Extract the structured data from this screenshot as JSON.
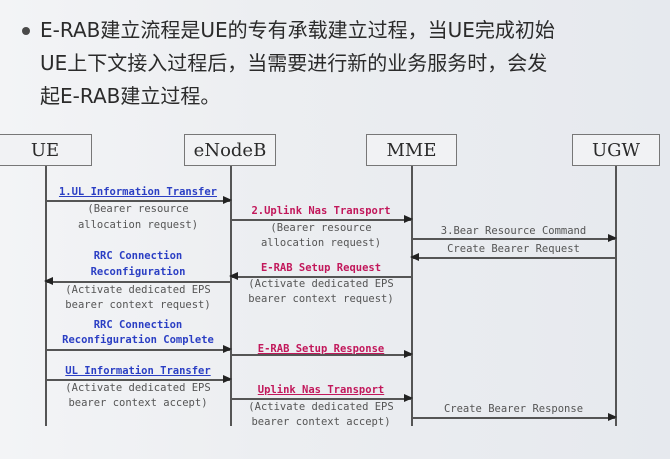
{
  "bullet": {
    "lines": [
      "E-RAB建立流程是UE的专有承载建立过程，当UE完成初始",
      "UE上下文接入过程后，当需要进行新的业务服务时，会发",
      "起E-RAB建立过程。"
    ]
  },
  "entities": [
    "UE",
    "eNodeB",
    "MME",
    "UGW"
  ],
  "messages": [
    {
      "from": "UE",
      "to": "eNodeB",
      "label": "1.UL Information Transfer",
      "note1": "(Bearer resource",
      "note2": "allocation request)"
    },
    {
      "from": "eNodeB",
      "to": "MME",
      "label": "2.Uplink Nas Transport",
      "note1": "(Bearer resource",
      "note2": "allocation request)"
    },
    {
      "from": "MME",
      "to": "UGW",
      "label": "3.Bear Resource Command"
    },
    {
      "from": "UGW",
      "to": "MME",
      "label": "Create Bearer Request"
    },
    {
      "from": "MME",
      "to": "eNodeB",
      "label": "E-RAB Setup Request",
      "note1": "(Activate dedicated EPS",
      "note2": "bearer context request)"
    },
    {
      "from": "eNodeB",
      "to": "UE",
      "label1": "RRC Connection",
      "label2": "Reconfiguration",
      "note1": "(Activate dedicated EPS",
      "note2": "bearer context request)"
    },
    {
      "from": "UE",
      "to": "eNodeB",
      "label1": "RRC Connection",
      "label2": "Reconfiguration Complete"
    },
    {
      "from": "eNodeB",
      "to": "MME",
      "label": "E-RAB Setup Response"
    },
    {
      "from": "UE",
      "to": "eNodeB",
      "label": "UL Information Transfer",
      "note1": "(Activate dedicated EPS",
      "note2": "bearer context accept)"
    },
    {
      "from": "eNodeB",
      "to": "MME",
      "label": "Uplink Nas Transport",
      "note1": "(Activate dedicated EPS",
      "note2": "bearer context accept)"
    },
    {
      "from": "MME",
      "to": "UGW",
      "label": "Create Bearer Response"
    }
  ],
  "colors": {
    "blue_label": "#2b3fc4",
    "red_label": "#c2185b",
    "line": "#555555"
  }
}
